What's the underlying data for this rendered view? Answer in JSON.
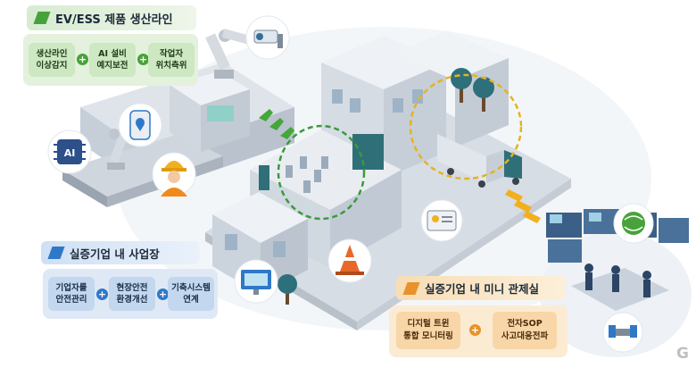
{
  "sections": {
    "production_line": {
      "title": "EV/ESS 제품 생산라인",
      "items": [
        {
          "line1": "생산라인",
          "line2": "이상감지"
        },
        {
          "line1": "AI 설비",
          "line2": "예지보전"
        },
        {
          "line1": "작업자",
          "line2": "위치측위"
        }
      ],
      "accent": "#48a23b"
    },
    "worksite": {
      "title": "실증기업 내 사업장",
      "items": [
        {
          "line1": "기업자를",
          "line2": "안전관리"
        },
        {
          "line1": "현장안전",
          "line2": "환경개선"
        },
        {
          "line1": "기축시스템",
          "line2": "연계"
        }
      ],
      "accent": "#2f78c8"
    },
    "control_room": {
      "title": "실증기업 내 미니 관제실",
      "items": [
        {
          "line1": "디지털 트윈",
          "line2": "통합 모니터링"
        },
        {
          "line1": "전자SOP",
          "line2": "사고대응전파"
        }
      ],
      "accent": "#e8922a"
    }
  },
  "icons": {
    "robot_arm": "robot-arm-icon",
    "cctv": "cctv-icon",
    "ai_chip": "ai-chip-icon",
    "location_tag": "location-tag-icon",
    "worker": "worker-icon",
    "traffic_cone": "traffic-cone-icon",
    "monitor": "monitor-icon",
    "id_card": "id-card-icon"
  },
  "colors": {
    "green_circle": "#3b9a3b",
    "yellow_circle": "#e5b320",
    "building": "#e3e8ee",
    "floor": "#d7dde5",
    "teal": "#2f6f78"
  },
  "watermark": "G"
}
